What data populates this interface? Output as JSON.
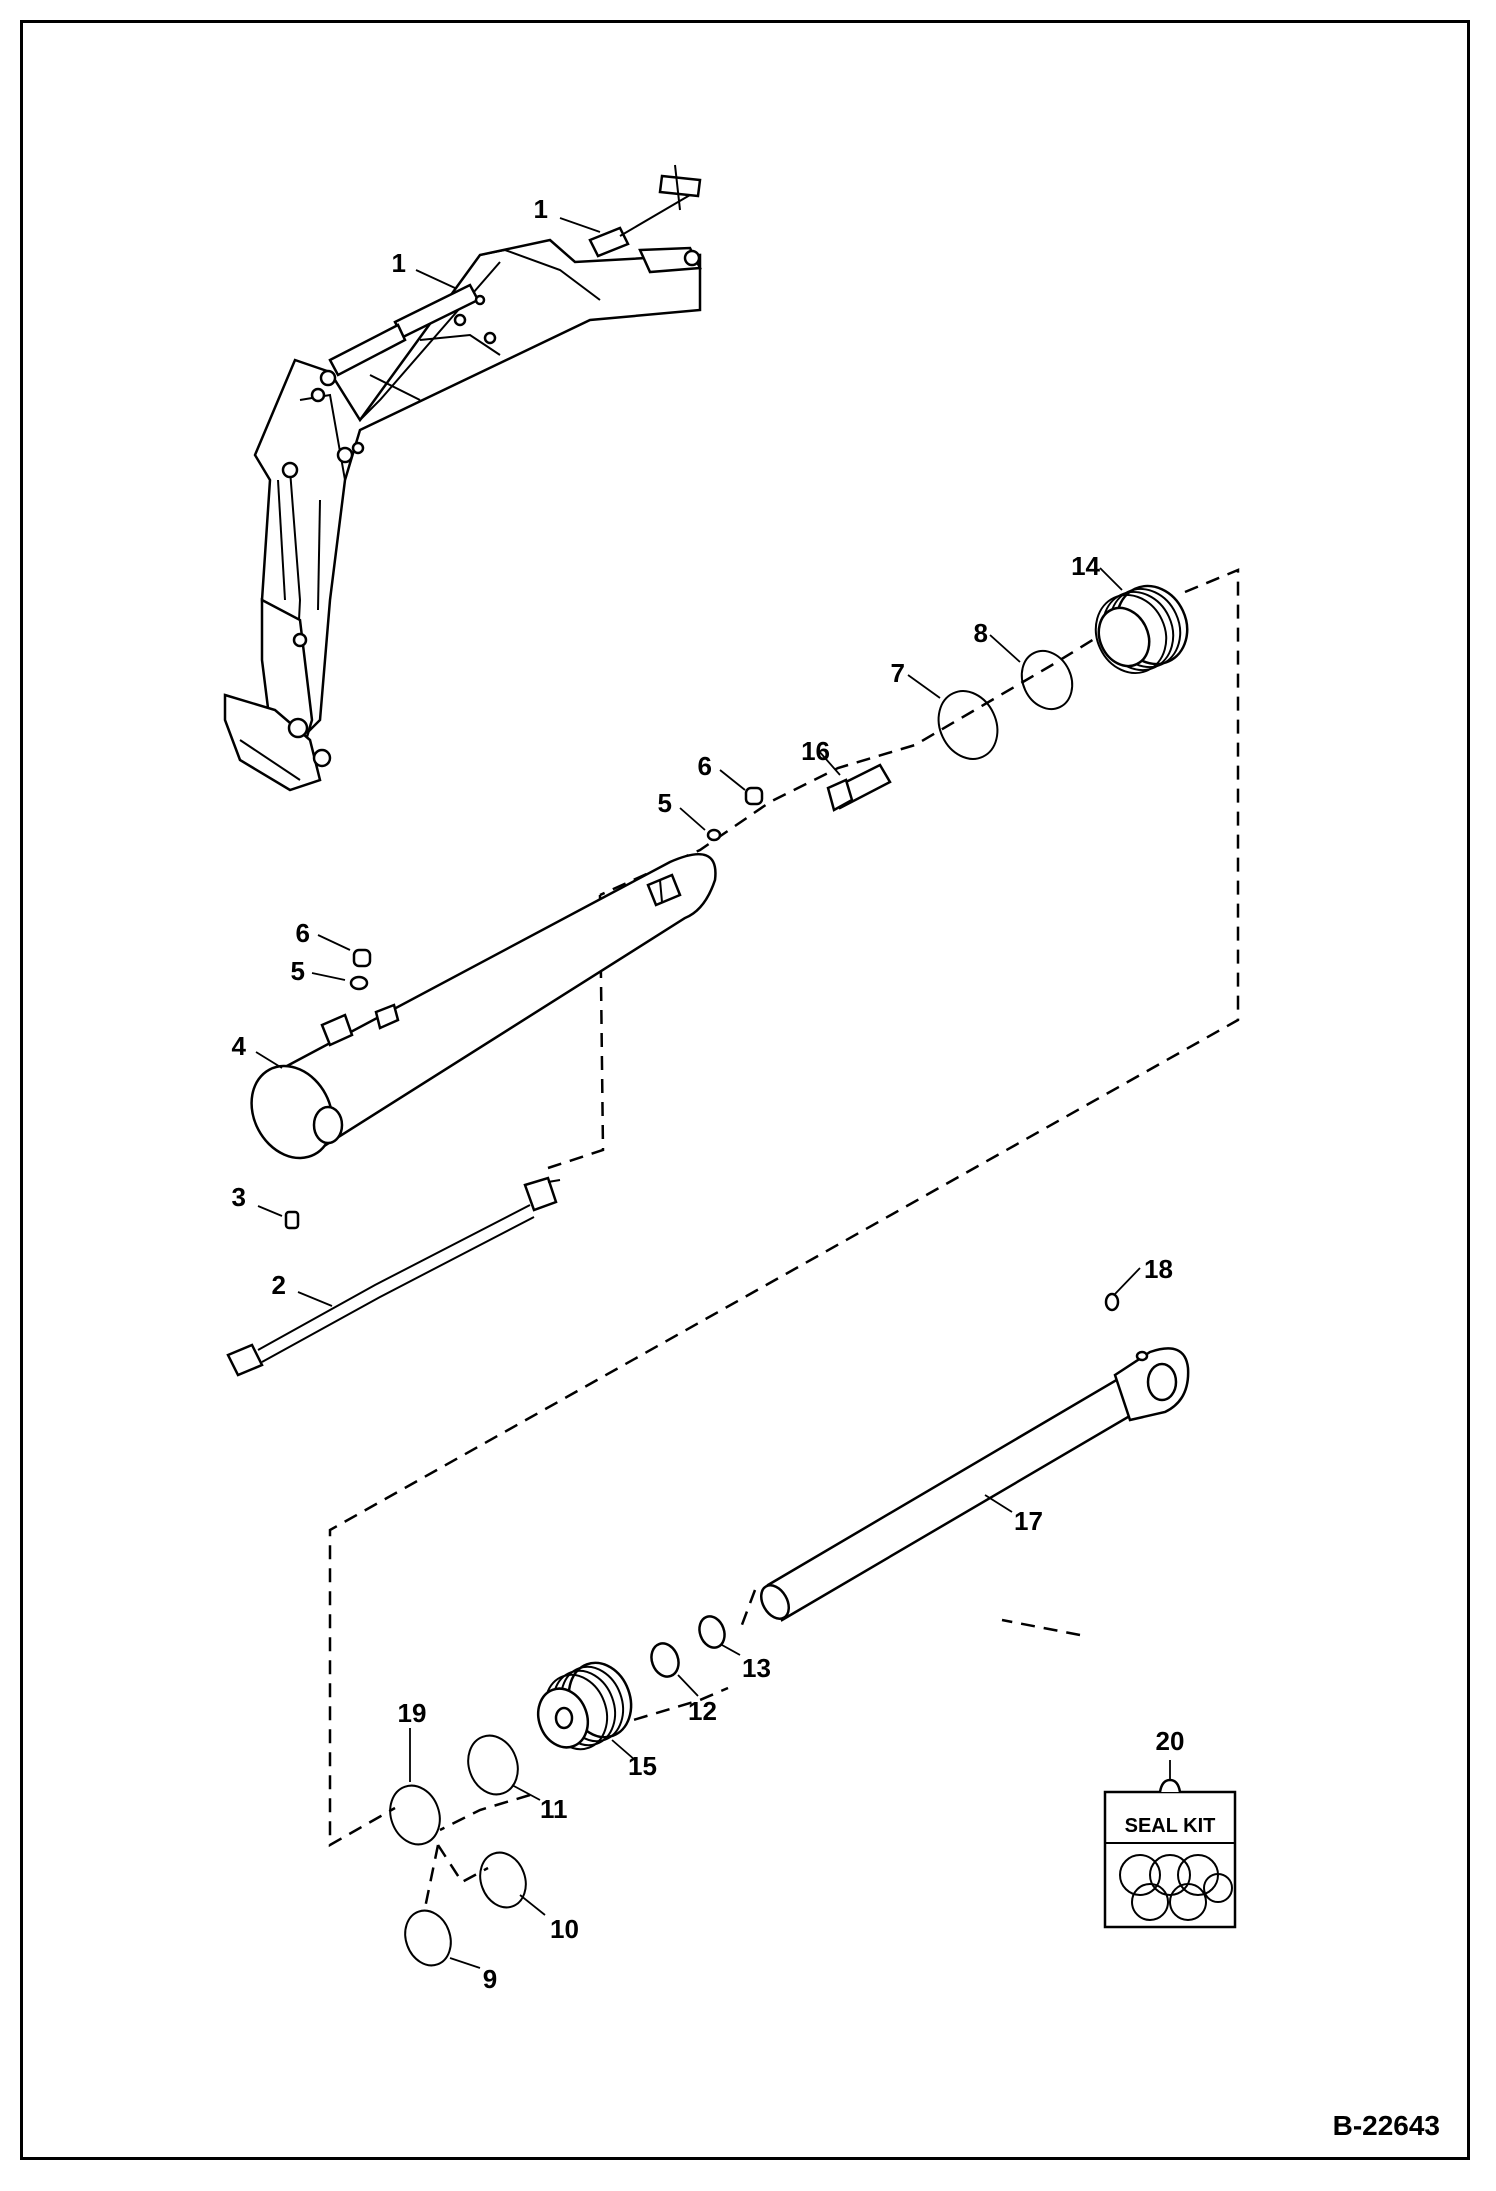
{
  "callouts": {
    "c1a": "1",
    "c1b": "1",
    "c2": "2",
    "c3": "3",
    "c4": "4",
    "c5a": "5",
    "c5b": "5",
    "c6a": "6",
    "c6b": "6",
    "c7": "7",
    "c8": "8",
    "c9": "9",
    "c10": "10",
    "c11": "11",
    "c12": "12",
    "c13": "13",
    "c14": "14",
    "c15": "15",
    "c16": "16",
    "c17": "17",
    "c18": "18",
    "c19": "19",
    "c20": "20"
  },
  "seal_kit_label": "SEAL KIT",
  "drawing_number": "B-22643"
}
